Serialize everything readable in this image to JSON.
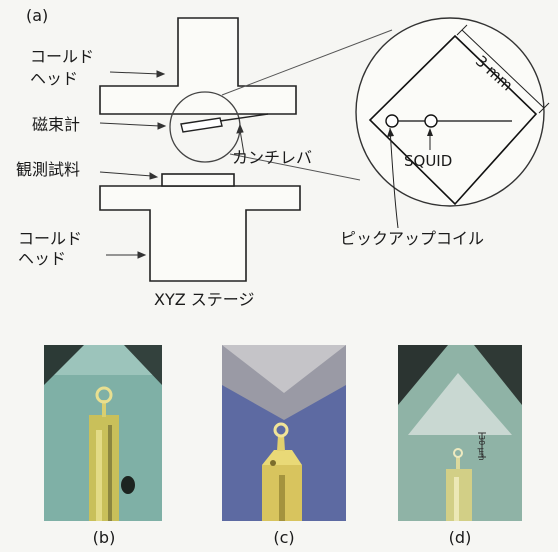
{
  "figure": {
    "panel_a_label": "(a)",
    "labels": {
      "cold_head_top": [
        "コールド",
        "ヘッド"
      ],
      "magnetometer": "磁束計",
      "cantilever": "カンチレバ",
      "sample": "観測試料",
      "cold_head_bottom": [
        "コールド",
        "ヘッド"
      ],
      "xyz_stage": "XYZ ステージ",
      "dimension": "3 mm",
      "squid": "SQUID",
      "pickup_coil": "ピックアップコイル"
    },
    "captions": [
      "(b)",
      "(c)",
      "(d)"
    ],
    "scale_mark": "30 μm"
  }
}
